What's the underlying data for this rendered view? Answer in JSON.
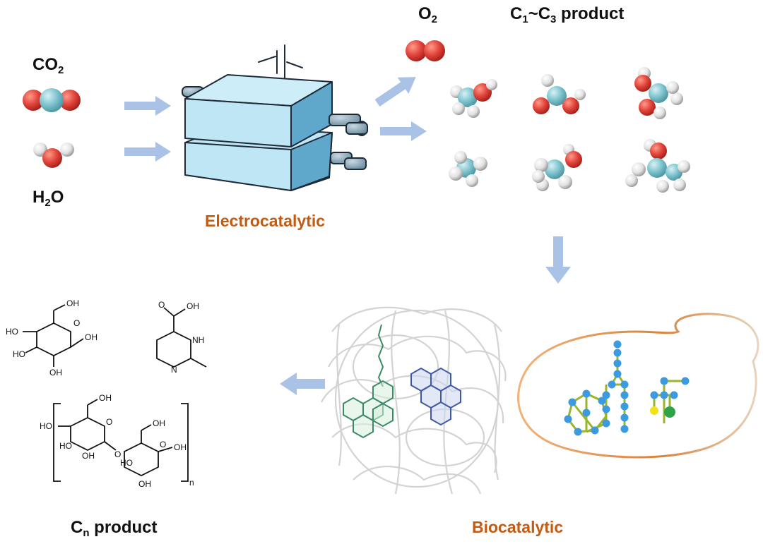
{
  "labels": {
    "co2_main": "CO",
    "co2_sub": "2",
    "h2o_main": "H",
    "h2o_sub": "2",
    "h2o_tail": "O",
    "o2_main": "O",
    "o2_sub": "2",
    "c1c3_a": "C",
    "c1c3_sub1": "1",
    "c1c3_mid": "~C",
    "c1c3_sub2": "3",
    "c1c3_tail": " product",
    "cn_main": "C",
    "cn_sub": "n",
    "cn_tail": " product",
    "electrocatalytic": "Electrocatalytic",
    "biocatalytic": "Biocatalytic"
  },
  "structure_labels": {
    "glucose_oh_top": "OH",
    "glucose_ho_left": "HO",
    "glucose_ho_mid": "HO",
    "glucose_oh_bottom": "OH",
    "glucose_oh_right": "OH",
    "glucose_o": "O",
    "ectoine_o": "O",
    "ectoine_oh": "OH",
    "ectoine_nh": "NH",
    "ectoine_n": "N",
    "poly_oh_top1": "OH",
    "poly_ho_left": "HO",
    "poly_ho_mid": "HO",
    "poly_oh_b1": "OH",
    "poly_o_ring1": "O",
    "poly_o_link": "O",
    "poly_oh_top2": "OH",
    "poly_o_ring2": "O",
    "poly_oh_r2": "OH",
    "poly_ho_2": "HO",
    "poly_oh_b2": "OH",
    "poly_n": "n"
  },
  "colors": {
    "accent_orange": "#c55a11",
    "arrow_blue": "#a9c2e6",
    "oxygen_red": "#e2453c",
    "carbon_cyan": "#7fc4cf",
    "hydrogen_white": "#e6e6e6",
    "device_light": "#bfe6f5",
    "device_dark": "#5fa8cc",
    "node_blue": "#3c9ae0",
    "link_green": "#9ab52a",
    "ring_green": "#3c8a66",
    "ring_blue": "#3f5aa8"
  }
}
